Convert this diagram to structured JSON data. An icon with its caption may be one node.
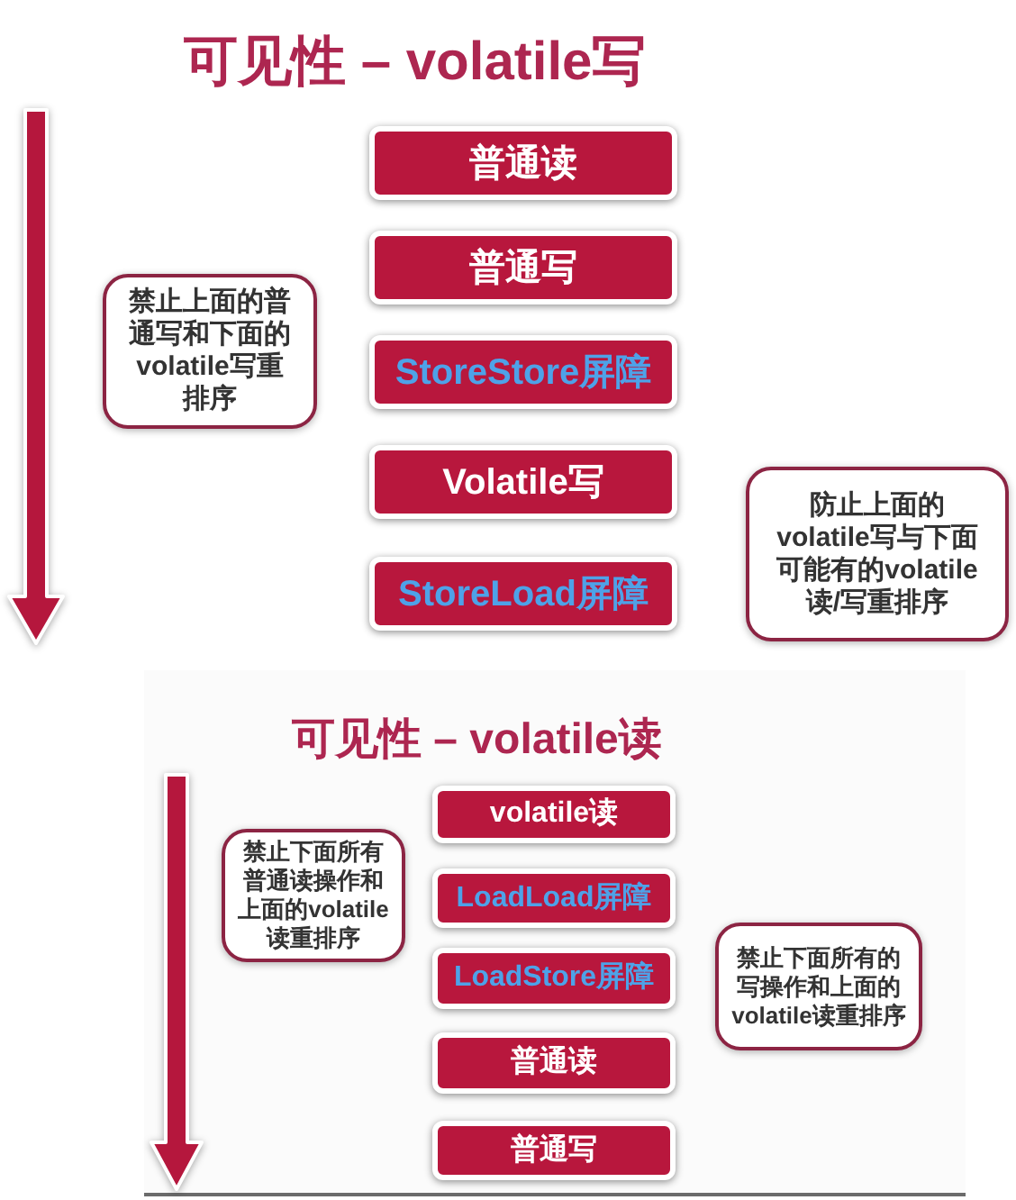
{
  "diagram": {
    "nodes": [
      {
        "text": [
          "普通读"
        ]
      },
      {
        "text": [
          "普通写"
        ]
      },
      {
        "text": [
          "StoreStore屏障"
        ]
      },
      {
        "text": [
          "Volatile写"
        ]
      },
      {
        "text": [
          "StoreLoad屏障"
        ]
      },
      {
        "text": [
          "禁止上面的普通写和下面的volatile写重排序"
        ]
      },
      {
        "text": [
          "防止上面的volatile写与下面可能有的volatile读/写重排序"
        ]
      },
      {
        "text": [
          "volatile读"
        ]
      },
      {
        "text": [
          "LoadLoad屏障"
        ]
      },
      {
        "text": [
          "LoadStore屏障"
        ]
      },
      {
        "text": [
          "普通读"
        ]
      },
      {
        "text": [
          "普通写"
        ]
      },
      {
        "text": [
          "禁止下面所有普通读操作和上面的volatile读重排序"
        ]
      },
      {
        "text": [
          "禁止下面所有的写操作和上面的volatile读重排序"
        ]
      }
    ],
    "labels": [
      "可见性 – volatile写",
      "可见性 – volatile读"
    ]
  }
}
